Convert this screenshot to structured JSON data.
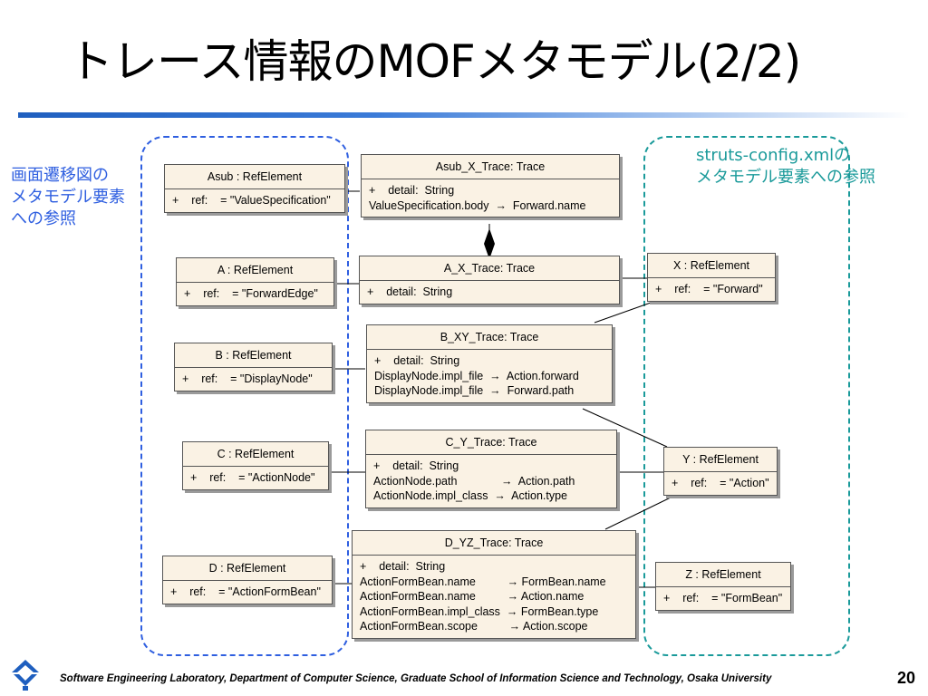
{
  "slide": {
    "title": "トレース情報のMOFメタモデル(2/2)",
    "page_number": "20",
    "footer": "Software Engineering Laboratory,  Department of Computer Science,  Graduate School of Information Science and Technology,  Osaka University",
    "logo_icon": "osaka-university-logo-icon"
  },
  "notes": {
    "left": [
      "画面遷移図の",
      "メタモデル要素",
      "への参照"
    ],
    "right": [
      "struts-config.xmlの",
      "メタモデル要素への参照"
    ]
  },
  "colors": {
    "left_region": "#2f5fe0",
    "right_region": "#1a9a9a",
    "box_fill": "#faf2e4"
  },
  "elements": {
    "asub": {
      "title": "Asub : RefElement",
      "lines": [
        "+    ref:    = \"ValueSpecification\""
      ]
    },
    "a": {
      "title": "A : RefElement",
      "lines": [
        "+    ref:    = \"ForwardEdge\""
      ]
    },
    "b": {
      "title": "B : RefElement",
      "lines": [
        "+    ref:    = \"DisplayNode\""
      ]
    },
    "c": {
      "title": "C : RefElement",
      "lines": [
        "+    ref:    = \"ActionNode\""
      ]
    },
    "d": {
      "title": "D : RefElement",
      "lines": [
        "+    ref:    = \"ActionFormBean\""
      ]
    },
    "x": {
      "title": "X : RefElement",
      "lines": [
        "+    ref:    = \"Forward\""
      ]
    },
    "y": {
      "title": "Y : RefElement",
      "lines": [
        "+    ref:    = \"Action\""
      ]
    },
    "z": {
      "title": "Z : RefElement",
      "lines": [
        "+    ref:    = \"FormBean\""
      ]
    }
  },
  "traces": {
    "asub_x": {
      "title": "Asub_X_Trace: Trace",
      "lines": [
        "+    detail:  String",
        "ValueSpecification.body  →  Forward.name"
      ]
    },
    "a_x": {
      "title": "A_X_Trace: Trace",
      "lines": [
        "+    detail:  String"
      ]
    },
    "b_xy": {
      "title": "B_XY_Trace: Trace",
      "lines": [
        "+    detail:  String",
        "DisplayNode.impl_file  →  Action.forward",
        "DisplayNode.impl_file  →  Forward.path"
      ]
    },
    "c_y": {
      "title": "C_Y_Trace: Trace",
      "lines": [
        "+    detail:  String",
        "ActionNode.path              →  Action.path",
        "ActionNode.impl_class  →  Action.type"
      ]
    },
    "d_yz": {
      "title": "D_YZ_Trace: Trace",
      "lines": [
        "+    detail:  String",
        "ActionFormBean.name          → FormBean.name",
        "ActionFormBean.name          → Action.name",
        "ActionFormBean.impl_class  → FormBean.type",
        "ActionFormBean.scope          → Action.scope"
      ]
    }
  }
}
